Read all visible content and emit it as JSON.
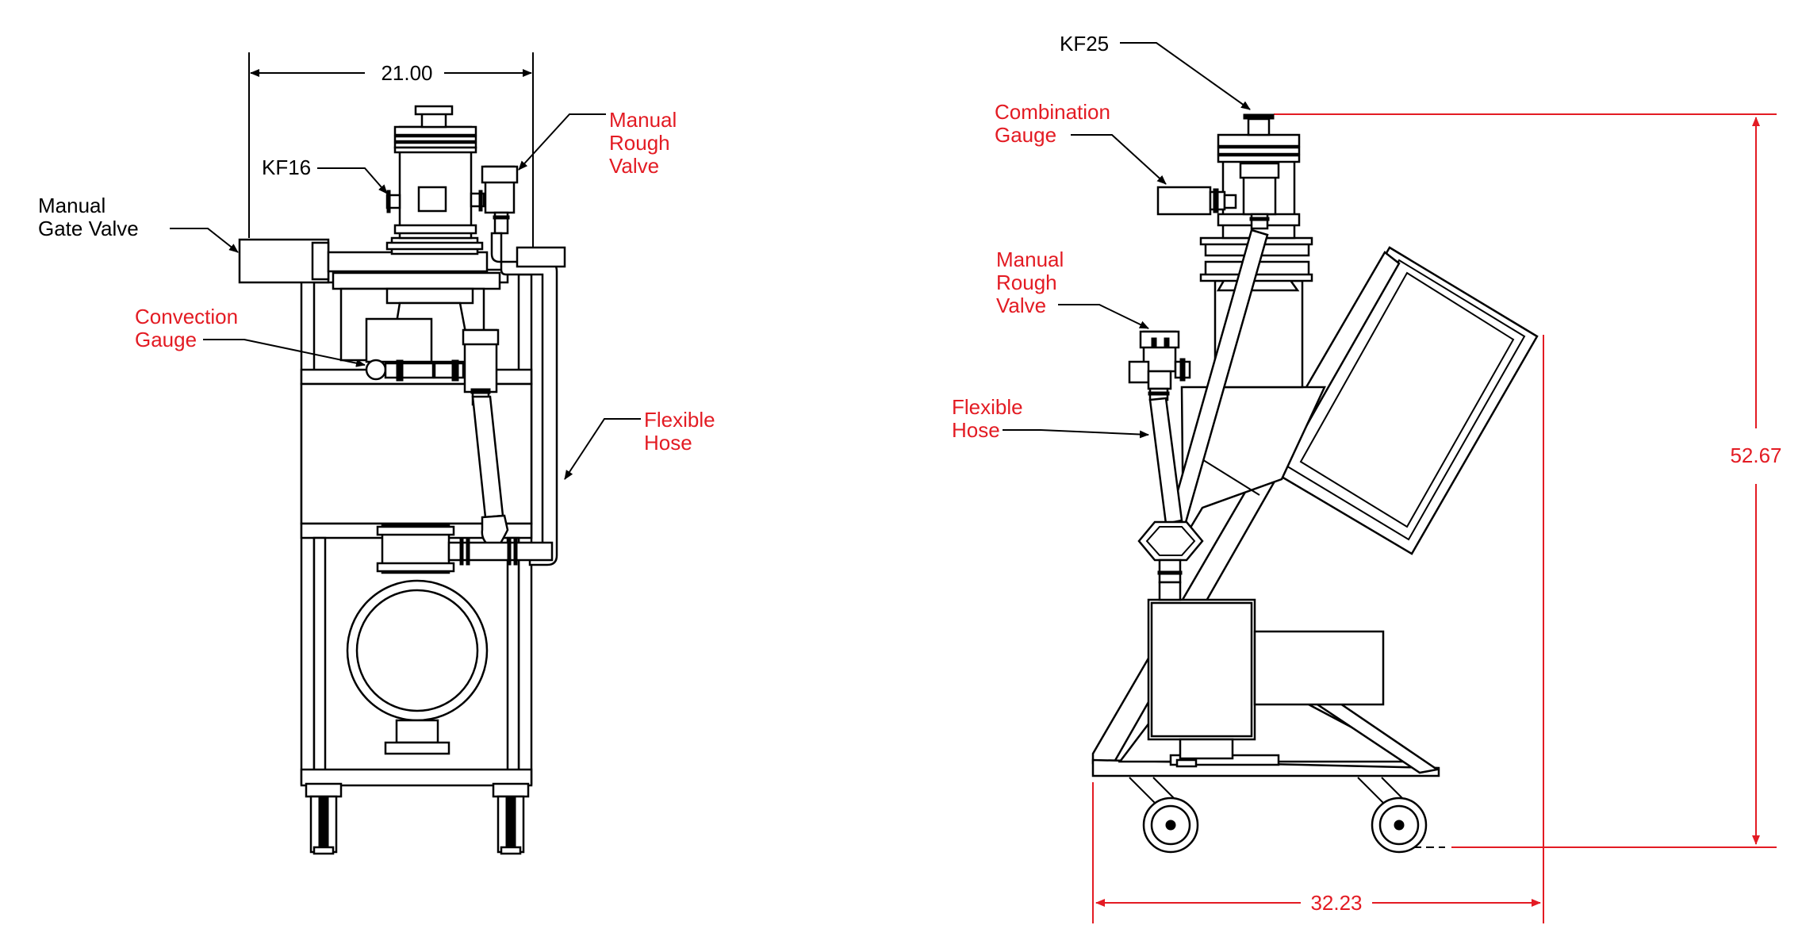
{
  "colors": {
    "callout_red": "#e31b23",
    "line_black": "#000000",
    "background": "#ffffff"
  },
  "front_view": {
    "dimension_width": "21.00",
    "labels": {
      "manual_gate_valve": [
        "Manual",
        "Gate Valve"
      ],
      "kf16": [
        "KF16"
      ],
      "manual_rough_valve": [
        "Manual",
        "Rough",
        "Valve"
      ],
      "convection_gauge": [
        "Convection",
        "Gauge"
      ],
      "flexible_hose": [
        "Flexible",
        "Hose"
      ]
    }
  },
  "side_view": {
    "dimension_height": "52.67",
    "dimension_depth": "32.23",
    "labels": {
      "kf25": [
        "KF25"
      ],
      "combination_gauge": [
        "Combination",
        "Gauge"
      ],
      "manual_rough_valve": [
        "Manual",
        "Rough",
        "Valve"
      ],
      "flexible_hose": [
        "Flexible",
        "Hose"
      ]
    }
  }
}
